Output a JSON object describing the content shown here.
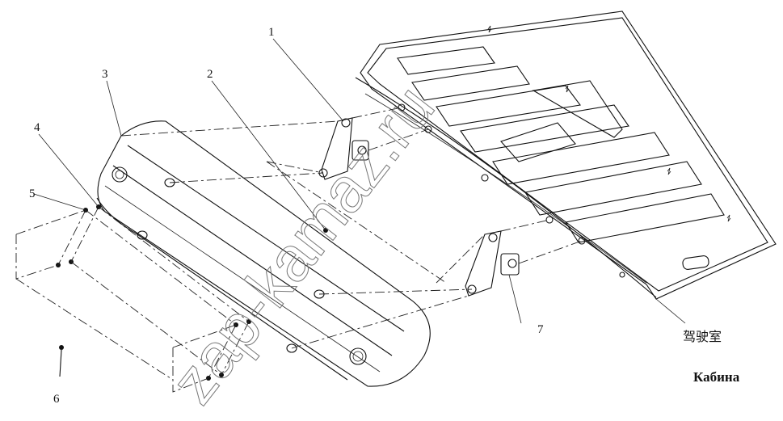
{
  "labels": {
    "l1": "1",
    "l2": "2",
    "l3": "3",
    "l4": "4",
    "l5": "5",
    "l6": "6",
    "l7": "7"
  },
  "caption_cn": "驾驶室",
  "caption_ru": "Кабина",
  "watermark": "zap-kamaz.ru",
  "colors": {
    "line": "#111111",
    "background": "#ffffff"
  }
}
